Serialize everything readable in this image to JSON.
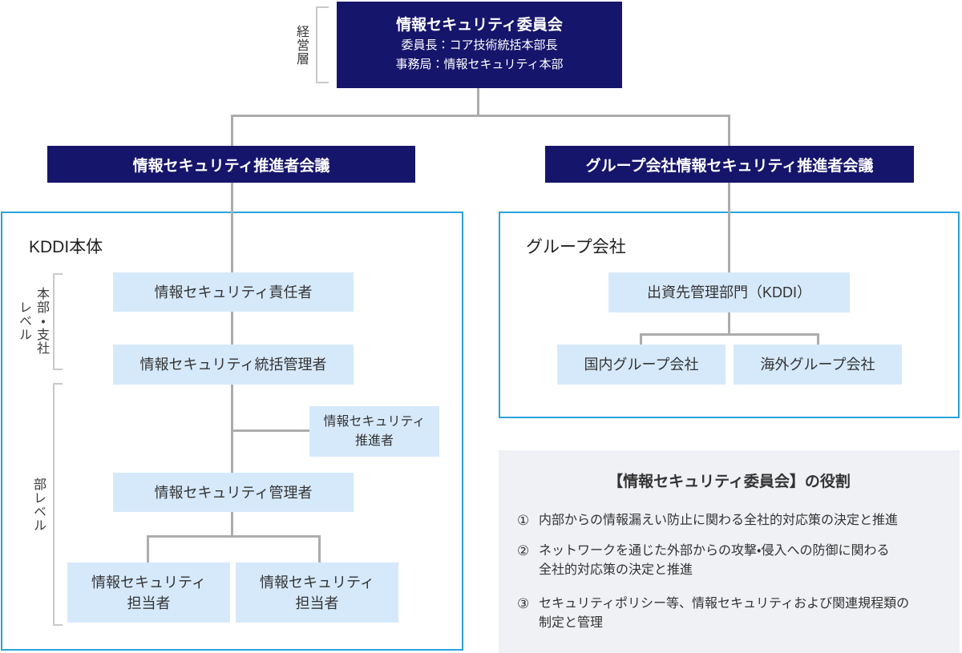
{
  "palette": {
    "navy": "#16156C",
    "light_blue": "#D6E9FB",
    "cyan": "#29A4DB",
    "line_gray": "#ACACAC",
    "bracket_gray": "#C9C9C9",
    "panel_gray": "#F0F1F5",
    "text_dark": "#333333"
  },
  "committee": {
    "title": "情報セキュリティ委員会",
    "chair": "委員長：コア技術統括本部長",
    "office": "事務局：情報セキュリティ本部"
  },
  "layer_labels": {
    "management": "経営層",
    "hq_branch": "本部・支社レベル",
    "dept": "部レベル"
  },
  "councils": {
    "kddi": "情報セキュリティ推進者会議",
    "group": "グループ会社情報セキュリティ推進者会議"
  },
  "kddi_section": {
    "label": "KDDI本体",
    "responsible": "情報セキュリティ責任者",
    "general_manager": "情報セキュリティ統括管理者",
    "promoter": "情報セキュリティ\n推進者",
    "manager": "情報セキュリティ管理者",
    "staff_left": "情報セキュリティ\n担当者",
    "staff_right": "情報セキュリティ\n担当者"
  },
  "group_section": {
    "label": "グループ会社",
    "management_dept": "出資先管理部門（KDDI）",
    "domestic": "国内グループ会社",
    "overseas": "海外グループ会社"
  },
  "roles_panel": {
    "title": "【情報セキュリティ委員会】の役割",
    "items": [
      {
        "num": "①",
        "text": "内部からの情報漏えい防止に関わる全社的対応策の決定と推進"
      },
      {
        "num": "②",
        "text": "ネットワークを通じた外部からの攻撃・侵入への防御に関わる\n全社的対応策の決定と推進"
      },
      {
        "num": "③",
        "text": "セキュリティポリシー等、情報セキュリティおよび関連規程類の\n制定と管理"
      }
    ]
  }
}
